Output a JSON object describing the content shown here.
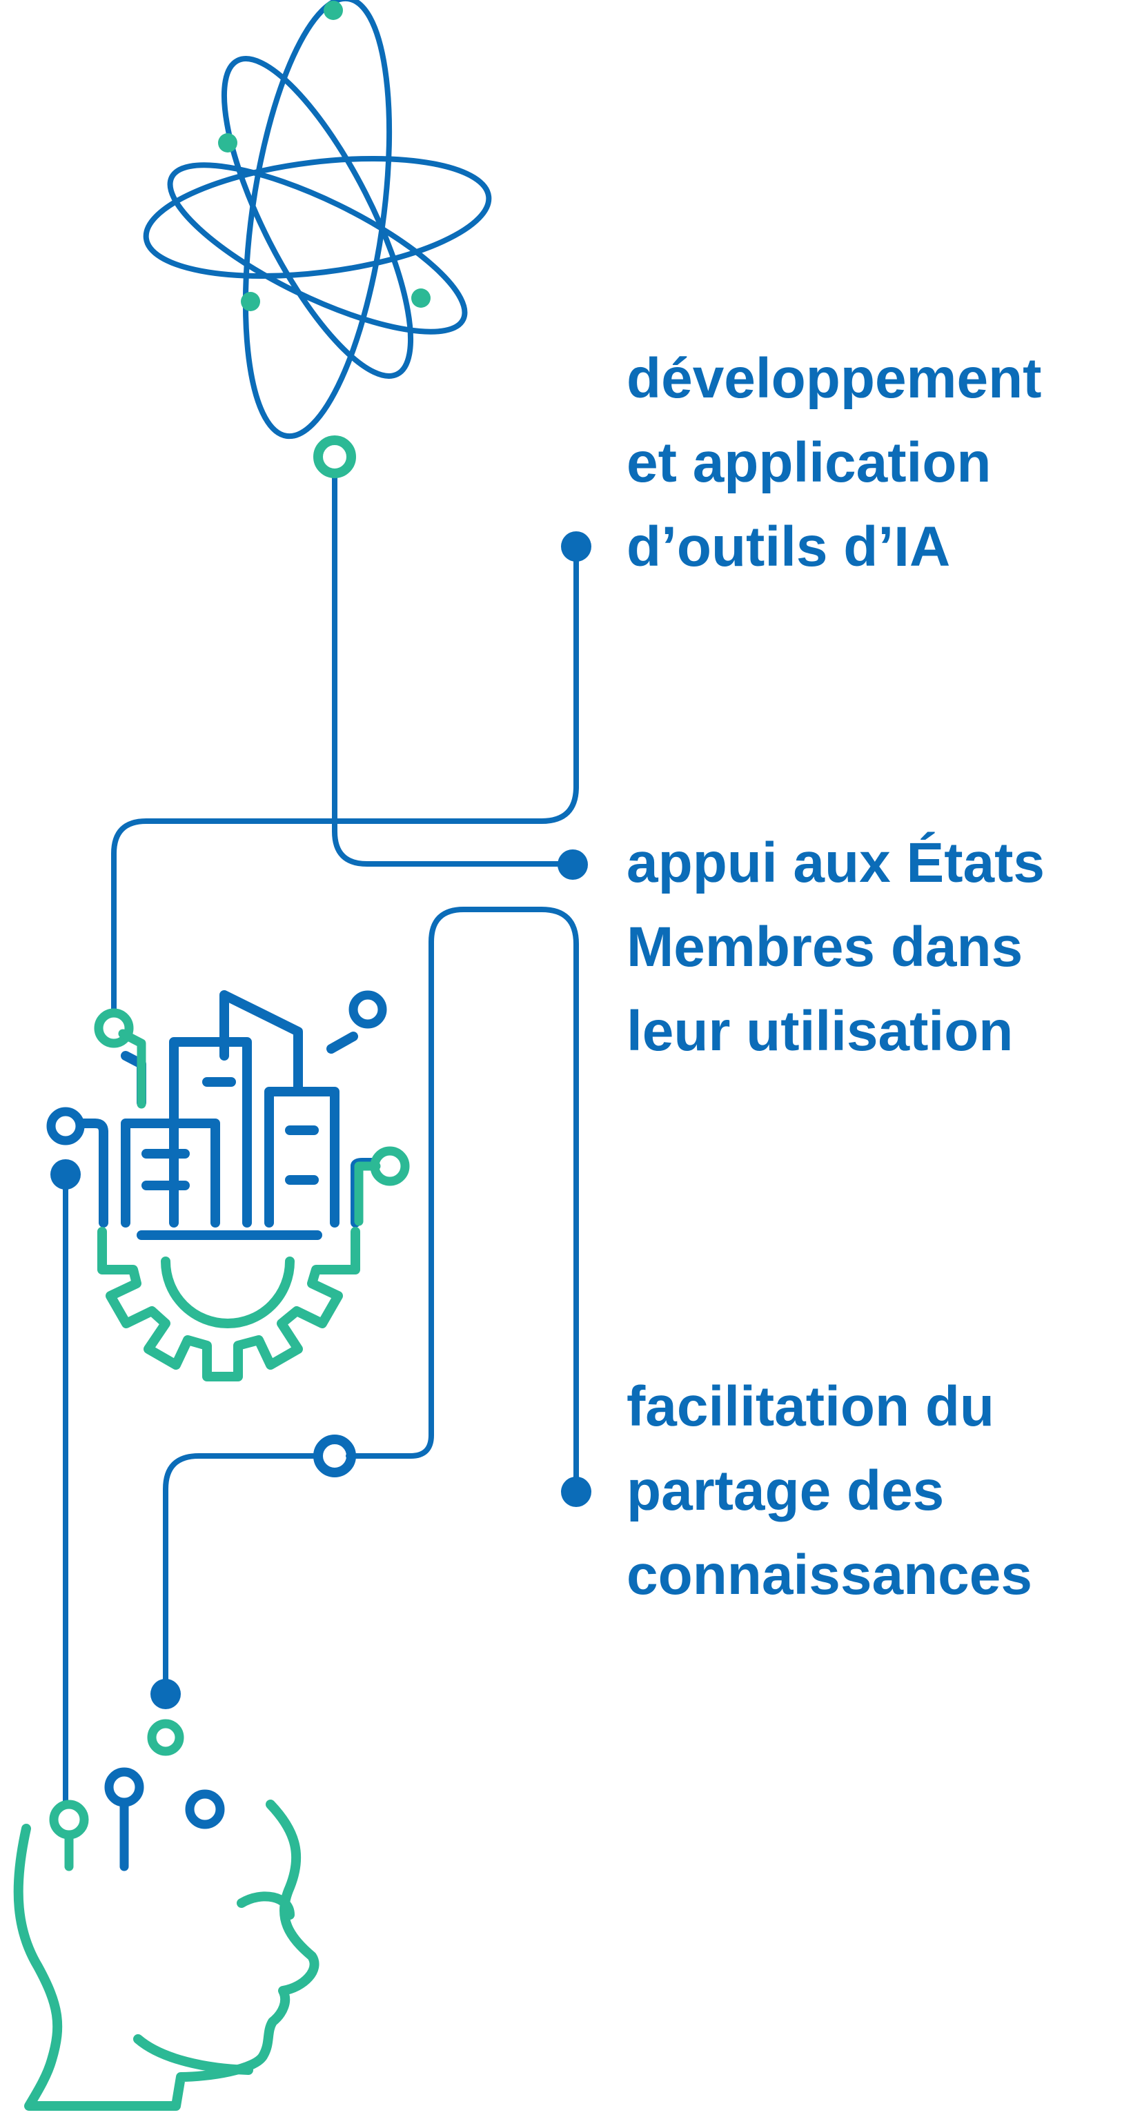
{
  "colors": {
    "blue": "#0b6cb8",
    "green": "#2cb995",
    "background": "#ffffff"
  },
  "icons": [
    "atom-icon",
    "city-gear-icon",
    "ai-head-icon"
  ],
  "labels": [
    {
      "id": "tools",
      "lines": [
        "développement",
        "et application",
        "d’outils d’IA"
      ]
    },
    {
      "id": "support",
      "lines": [
        "appui aux États",
        "Membres dans",
        "leur utilisation"
      ]
    },
    {
      "id": "knowledge",
      "lines": [
        "facilitation du",
        "partage des",
        "connaissances"
      ]
    }
  ]
}
